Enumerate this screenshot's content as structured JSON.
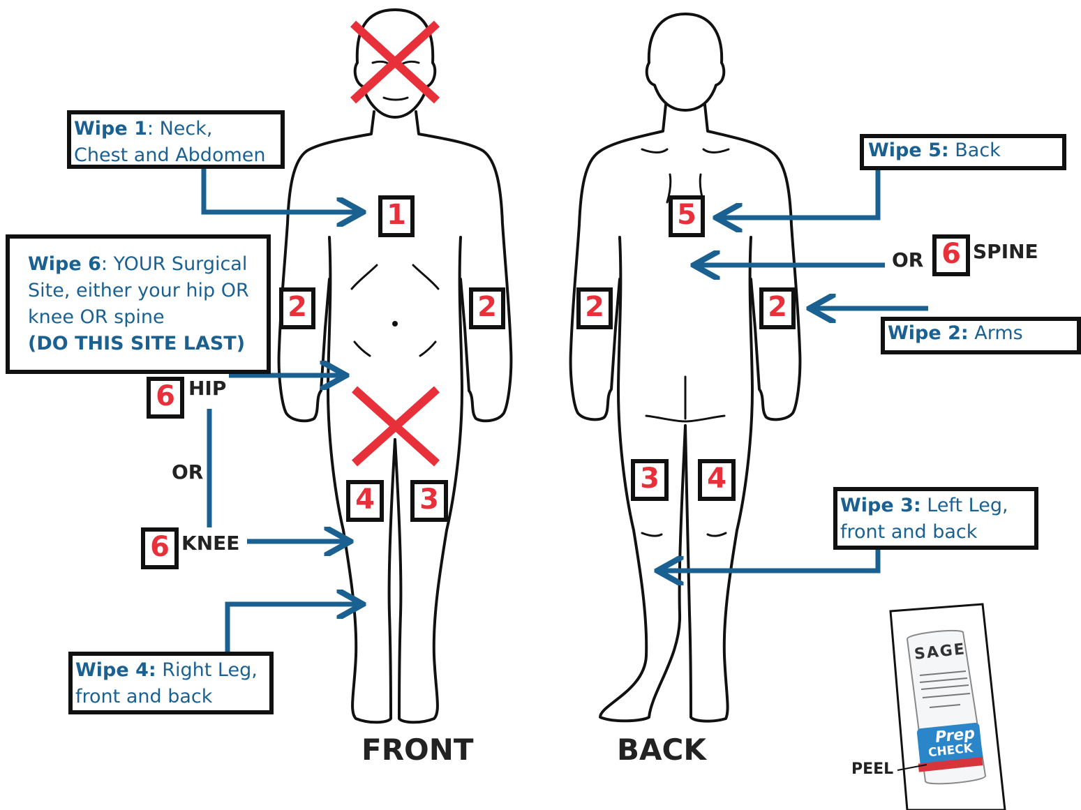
{
  "colors": {
    "outline": "#111111",
    "arrow": "#1a6192",
    "text_blue": "#1a6192",
    "number_red": "#e8303b",
    "cross_red": "#e8303b"
  },
  "instructions": {
    "wipe1": {
      "label": "Wipe 1",
      "sep": ": ",
      "text_line1": "Neck,",
      "text_line2": "Chest and Abdomen"
    },
    "wipe2": {
      "label": "Wipe 2:",
      "text": " Arms"
    },
    "wipe3": {
      "label": "Wipe 3:",
      "text_line1": " Left Leg,",
      "text_line2": "front and back"
    },
    "wipe4": {
      "label": "Wipe 4:",
      "text_line1": " Right Leg,",
      "text_line2": "front and back"
    },
    "wipe5": {
      "label": "Wipe 5:",
      "text": " Back"
    },
    "wipe6": {
      "label": "Wipe 6",
      "sep": ": ",
      "text_line1": "YOUR Surgical",
      "text_line2": "Site, either your hip OR",
      "text_line3": "knee OR spine",
      "emphasis": "(DO THIS SITE LAST)"
    }
  },
  "site_labels": {
    "hip": "HIP",
    "knee": "KNEE",
    "spine": "SPINE",
    "or": "OR"
  },
  "markers": {
    "front": {
      "chest": "1",
      "arm_left": "2",
      "arm_right": "2",
      "leg_right": "4",
      "leg_left": "3"
    },
    "back": {
      "back": "5",
      "arm_left": "2",
      "arm_right": "2",
      "leg_left": "3",
      "leg_right": "4"
    },
    "site6": {
      "hip": "6",
      "knee": "6",
      "spine": "6"
    }
  },
  "views": {
    "front": "FRONT",
    "back": "BACK"
  },
  "package": {
    "brand": "SAGE",
    "product_line1": "Prep",
    "product_line2": "CHECK",
    "peel_label": "PEEL"
  }
}
